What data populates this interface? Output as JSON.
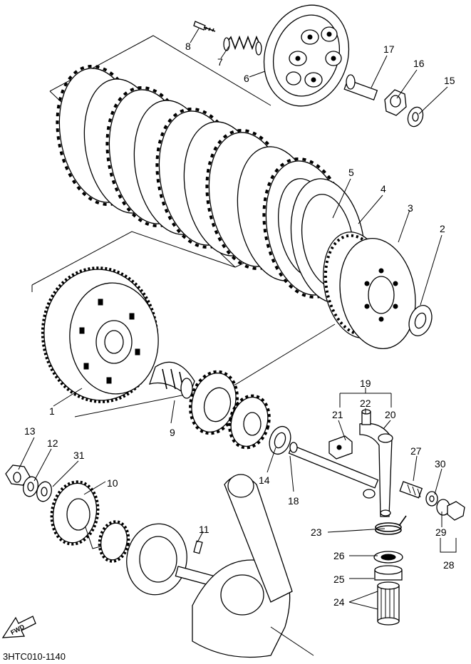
{
  "diagram": {
    "code": "3HTC010-1140",
    "fwd_label": "FWD",
    "callouts": {
      "c1": "1",
      "c2": "2",
      "c3": "3",
      "c4": "4",
      "c5": "5",
      "c6": "6",
      "c7": "7",
      "c8": "8",
      "c9": "9",
      "c10": "10",
      "c11": "11",
      "c12": "12",
      "c13": "13",
      "c14": "14",
      "c15": "15",
      "c16": "16",
      "c17": "17",
      "c18": "18",
      "c19": "19",
      "c20": "20",
      "c21": "21",
      "c22": "22",
      "c23": "23",
      "c24": "24",
      "c25": "25",
      "c26": "26",
      "c27": "27",
      "c28": "28",
      "c29": "29",
      "c30": "30",
      "c31": "31"
    }
  }
}
